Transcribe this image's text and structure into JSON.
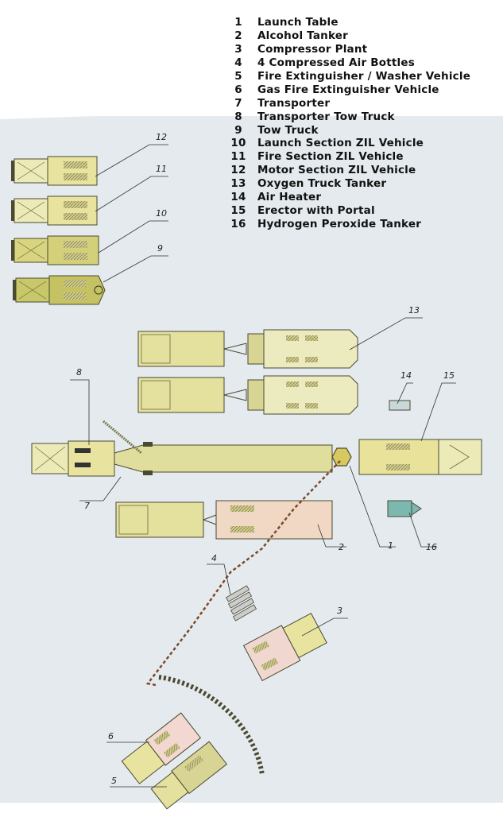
{
  "legend": [
    {
      "num": "1",
      "label": "Launch Table"
    },
    {
      "num": "2",
      "label": "Alcohol Tanker"
    },
    {
      "num": "3",
      "label": "Compressor Plant"
    },
    {
      "num": "4",
      "label": "4 Compressed Air Bottles"
    },
    {
      "num": "5",
      "label": "Fire Extinguisher / Washer Vehicle"
    },
    {
      "num": "6",
      "label": "Gas Fire Extinguisher  Vehicle"
    },
    {
      "num": "7",
      "label": "Transporter"
    },
    {
      "num": "8",
      "label": "Transporter Tow Truck"
    },
    {
      "num": "9",
      "label": "Tow Truck"
    },
    {
      "num": "10",
      "label": "Launch Section ZIL Vehicle"
    },
    {
      "num": "11",
      "label": "Fire Section ZIL Vehicle"
    },
    {
      "num": "12",
      "label": "Motor Section ZIL Vehicle"
    },
    {
      "num": "13",
      "label": "Oxygen Truck Tanker"
    },
    {
      "num": "14",
      "label": "Air Heater"
    },
    {
      "num": "15",
      "label": "Erector with Portal"
    },
    {
      "num": "16",
      "label": "Hydrogen Peroxide Tanker"
    }
  ],
  "callouts": {
    "c1": "1",
    "c2": "2",
    "c3": "3",
    "c4": "4",
    "c5": "5",
    "c6": "6",
    "c7": "7",
    "c8": "8",
    "c9": "9",
    "c10": "10",
    "c11": "11",
    "c12": "12",
    "c13": "13",
    "c14": "14",
    "c15": "15",
    "c16": "16"
  },
  "colors": {
    "background": "#e4eaee",
    "vehicle_yellow": "#e8e4a0",
    "vehicle_olive": "#c8c86a",
    "vehicle_cream": "#ecebb8",
    "vehicle_pink": "#f0d8c4",
    "outline": "#4a4a30",
    "hose": "#7a4a2a"
  }
}
